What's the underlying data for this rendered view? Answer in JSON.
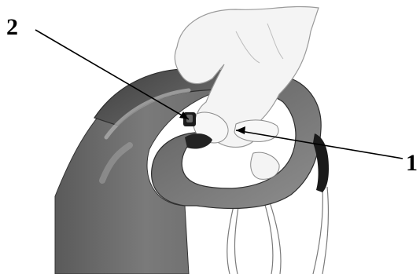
{
  "callouts": {
    "label_1": "1",
    "label_2": "2"
  },
  "colors": {
    "handle_dark": "#4b4b4b",
    "handle_mid": "#6e6e6e",
    "handle_light": "#9a9a9a",
    "hand": "#f2f2f2",
    "line": "#000000"
  },
  "icons": [
    "leash-handle",
    "hand",
    "lock-button",
    "brake-trigger",
    "leash-cord"
  ]
}
